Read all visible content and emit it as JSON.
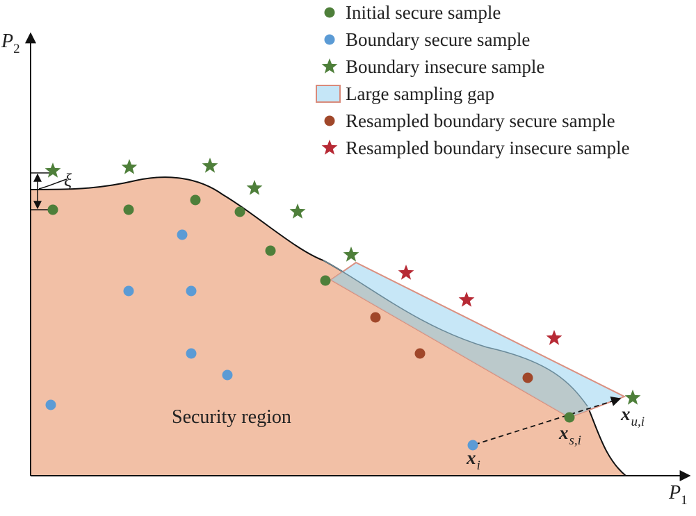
{
  "legend": {
    "items": [
      {
        "key": "initial_secure",
        "label": "Initial secure sample",
        "marker": "circle",
        "color": "#4e7f3a"
      },
      {
        "key": "boundary_secure",
        "label": "Boundary secure sample",
        "marker": "circle",
        "color": "#5b9bd5"
      },
      {
        "key": "boundary_insecure",
        "label": "Boundary insecure sample",
        "marker": "star",
        "color": "#4e7f3a"
      },
      {
        "key": "gap",
        "label": "Large sampling gap",
        "marker": "rect",
        "color": "#c5e6f7"
      },
      {
        "key": "resampled_secure",
        "label": "Resampled boundary secure sample",
        "marker": "circle",
        "color": "#a0472a"
      },
      {
        "key": "resampled_insecure",
        "label": "Resampled boundary insecure sample",
        "marker": "star",
        "color": "#b72a35"
      }
    ]
  },
  "axes": {
    "x": {
      "base": "P",
      "sub": "1"
    },
    "y": {
      "base": "P",
      "sub": "2"
    }
  },
  "region_label": "Security region",
  "xi_symbol": "ξ",
  "point_labels": {
    "xi": {
      "base": "x",
      "sub": "i"
    },
    "xs": {
      "base": "x",
      "sub": "s,i"
    },
    "xu": {
      "base": "x",
      "sub": "u,i"
    }
  },
  "colors": {
    "region_fill": "#f2c0a6",
    "region_stroke": "#111111",
    "gap_fill": "#c5e6f7",
    "gap_stroke": "#d98a7a",
    "overlap_fill": "#b9c4c4",
    "initial_secure": "#4e7f3a",
    "boundary_secure": "#5b9bd5",
    "boundary_insecure": "#4e7f3a",
    "resampled_secure": "#a0472a",
    "resampled_insecure": "#b72a35"
  }
}
